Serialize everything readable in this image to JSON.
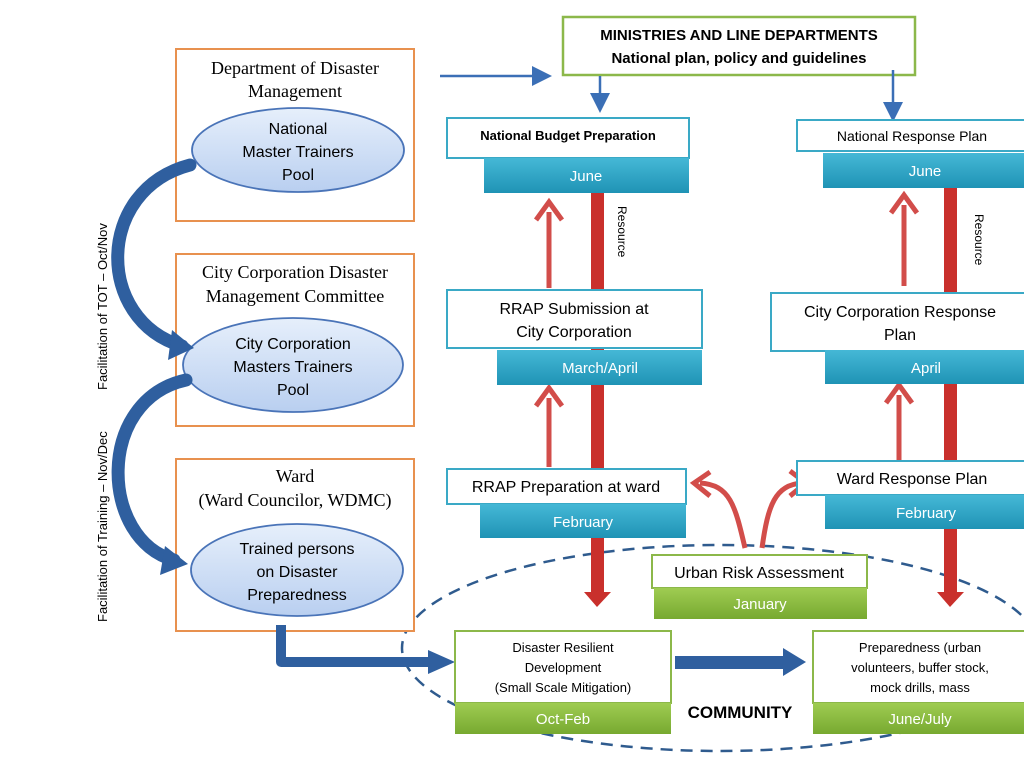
{
  "ministries": {
    "title": "MINISTRIES AND LINE DEPARTMENTS",
    "subtitle": "National plan, policy and guidelines"
  },
  "left_column": {
    "dept_disaster_mgmt": {
      "title_line1": "Department of Disaster",
      "title_line2": "Management",
      "pool_line1": "National",
      "pool_line2": "Master Trainers",
      "pool_line3": "Pool"
    },
    "city_committee": {
      "title_line1": "City Corporation Disaster",
      "title_line2": "Management Committee",
      "pool_line1": "City Corporation",
      "pool_line2": "Masters Trainers",
      "pool_line3": "Pool"
    },
    "ward": {
      "title_line1": "Ward",
      "title_line2": "(Ward Councilor, WDMC)",
      "pool_line1": "Trained persons",
      "pool_line2": "on Disaster",
      "pool_line3": "Preparedness"
    }
  },
  "vertical_labels": {
    "tot": "Facilitation of TOT – Oct/Nov",
    "training": "Facilitation of Training – Nov/Dec"
  },
  "budget_track": {
    "national_budget": {
      "label": "National Budget Preparation",
      "month": "June"
    },
    "rrap_submission": {
      "label_line1": "RRAP Submission at",
      "label_line2": "City Corporation",
      "month": "March/April"
    },
    "rrap_preparation": {
      "label": "RRAP Preparation at ward",
      "month": "February"
    },
    "resource_label": "Resource"
  },
  "response_track": {
    "national_response": {
      "label": "National Response Plan",
      "month": "June"
    },
    "city_response": {
      "label_line1": "City Corporation Response",
      "label_line2": "Plan",
      "month": "April"
    },
    "ward_response": {
      "label": "Ward Response Plan",
      "month": "February"
    },
    "resource_label": "Resource"
  },
  "urban_risk": {
    "label": "Urban Risk Assessment",
    "month": "January"
  },
  "community": {
    "label": "COMMUNITY",
    "drd": {
      "line1": "Disaster Resilient",
      "line2": "Development",
      "line3": "(Small Scale Mitigation)",
      "month": "Oct-Feb"
    },
    "preparedness": {
      "line1": "Preparedness (urban",
      "line2": "volunteers, buffer stock,",
      "line3": "mock drills, mass",
      "month": "June/July"
    }
  },
  "colors": {
    "orange_border": "#e8914f",
    "green_border": "#8cb84a",
    "green_fill": "#8cbe3f",
    "teal_border": "#3aa9c6",
    "teal_fill": "#2ea6c6",
    "red_arrow": "#c9302c",
    "blue_arrow": "#3b6fb6",
    "ellipse_fill": "#cfe0f6"
  }
}
